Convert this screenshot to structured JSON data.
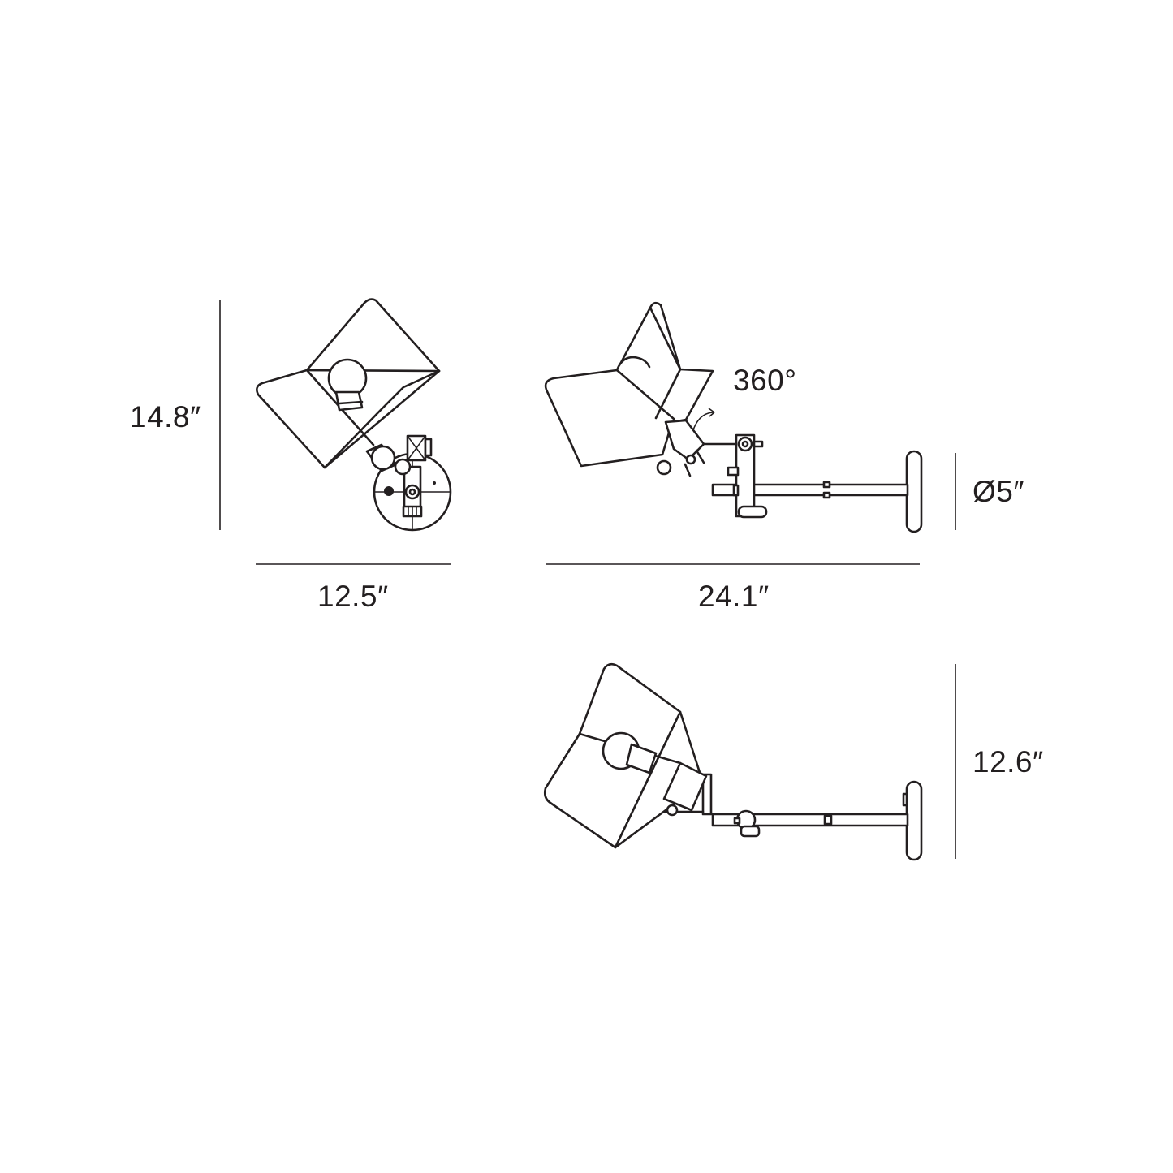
{
  "diagram": {
    "type": "product dimension drawing",
    "subject": "adjustable wall sconce with folded-shade and swing arm",
    "views": [
      {
        "name": "front-view",
        "dimensions": {
          "height": "14.8″",
          "width": "12.5″"
        }
      },
      {
        "name": "side-view",
        "dimensions": {
          "depth": "24.1″",
          "backplate_diameter": "Ø5″"
        },
        "annotation": "360°"
      },
      {
        "name": "alternate-side-view",
        "dimensions": {
          "height": "12.6″"
        }
      }
    ]
  },
  "labels": {
    "front_height": "14.8″",
    "front_width": "12.5″",
    "side_depth": "24.1″",
    "backplate_diameter": "Ø5″",
    "rotation": "360°",
    "alt_height": "12.6″"
  },
  "colors": {
    "line": "#231f20",
    "background": "#ffffff"
  }
}
